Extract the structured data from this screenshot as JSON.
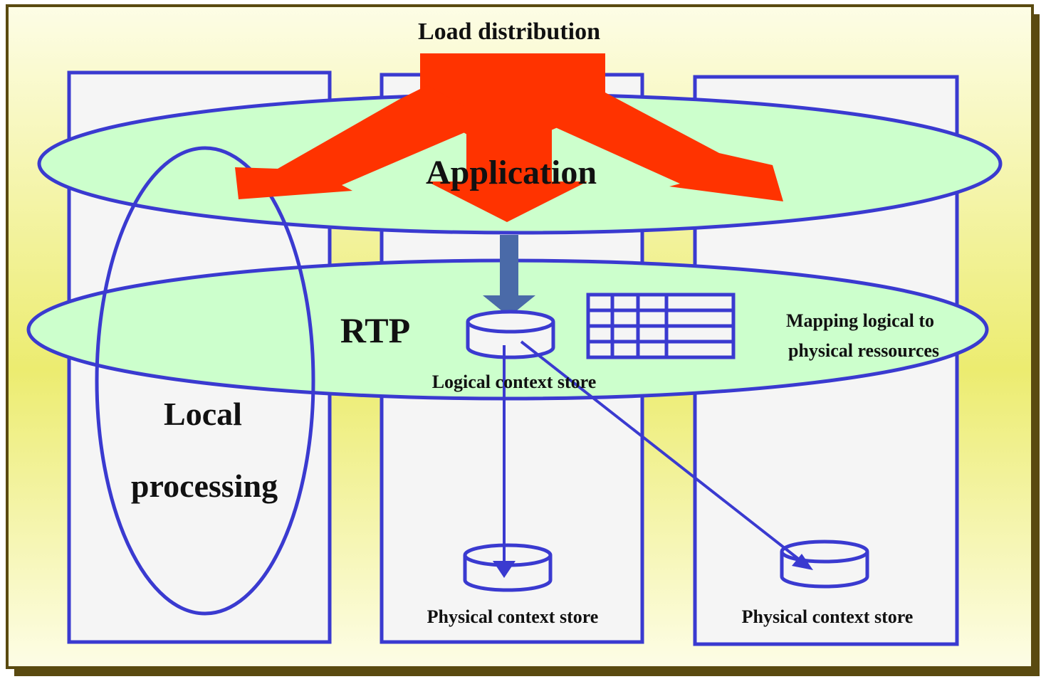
{
  "labels": {
    "load_distribution": "Load distribution",
    "application": "Application",
    "rtp": "RTP",
    "local": "Local",
    "processing": "processing",
    "mapping_line1": "Mapping logical to",
    "mapping_line2": "physical ressources",
    "logical_store": "Logical context store",
    "physical_store_center": "Physical context store",
    "physical_store_right": "Physical context store"
  },
  "colors": {
    "background_top": "#fdfde6",
    "background_mid": "#ecec70",
    "frame": "#5a4a10",
    "box_fill": "#f5f5f5",
    "outline": "#3a3ad0",
    "ellipse_fill": "#ccffcc",
    "arrow_red": "#ff3300",
    "arrow_steel": "#4a6aa8"
  }
}
